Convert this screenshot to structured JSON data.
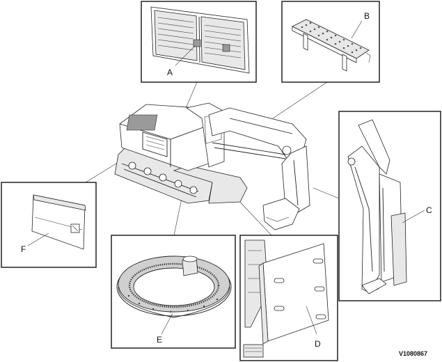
{
  "labels": {
    "a": "A",
    "b": "B",
    "c": "C",
    "d": "D",
    "e": "E",
    "f": "F"
  },
  "reference_code": "V1080867"
}
